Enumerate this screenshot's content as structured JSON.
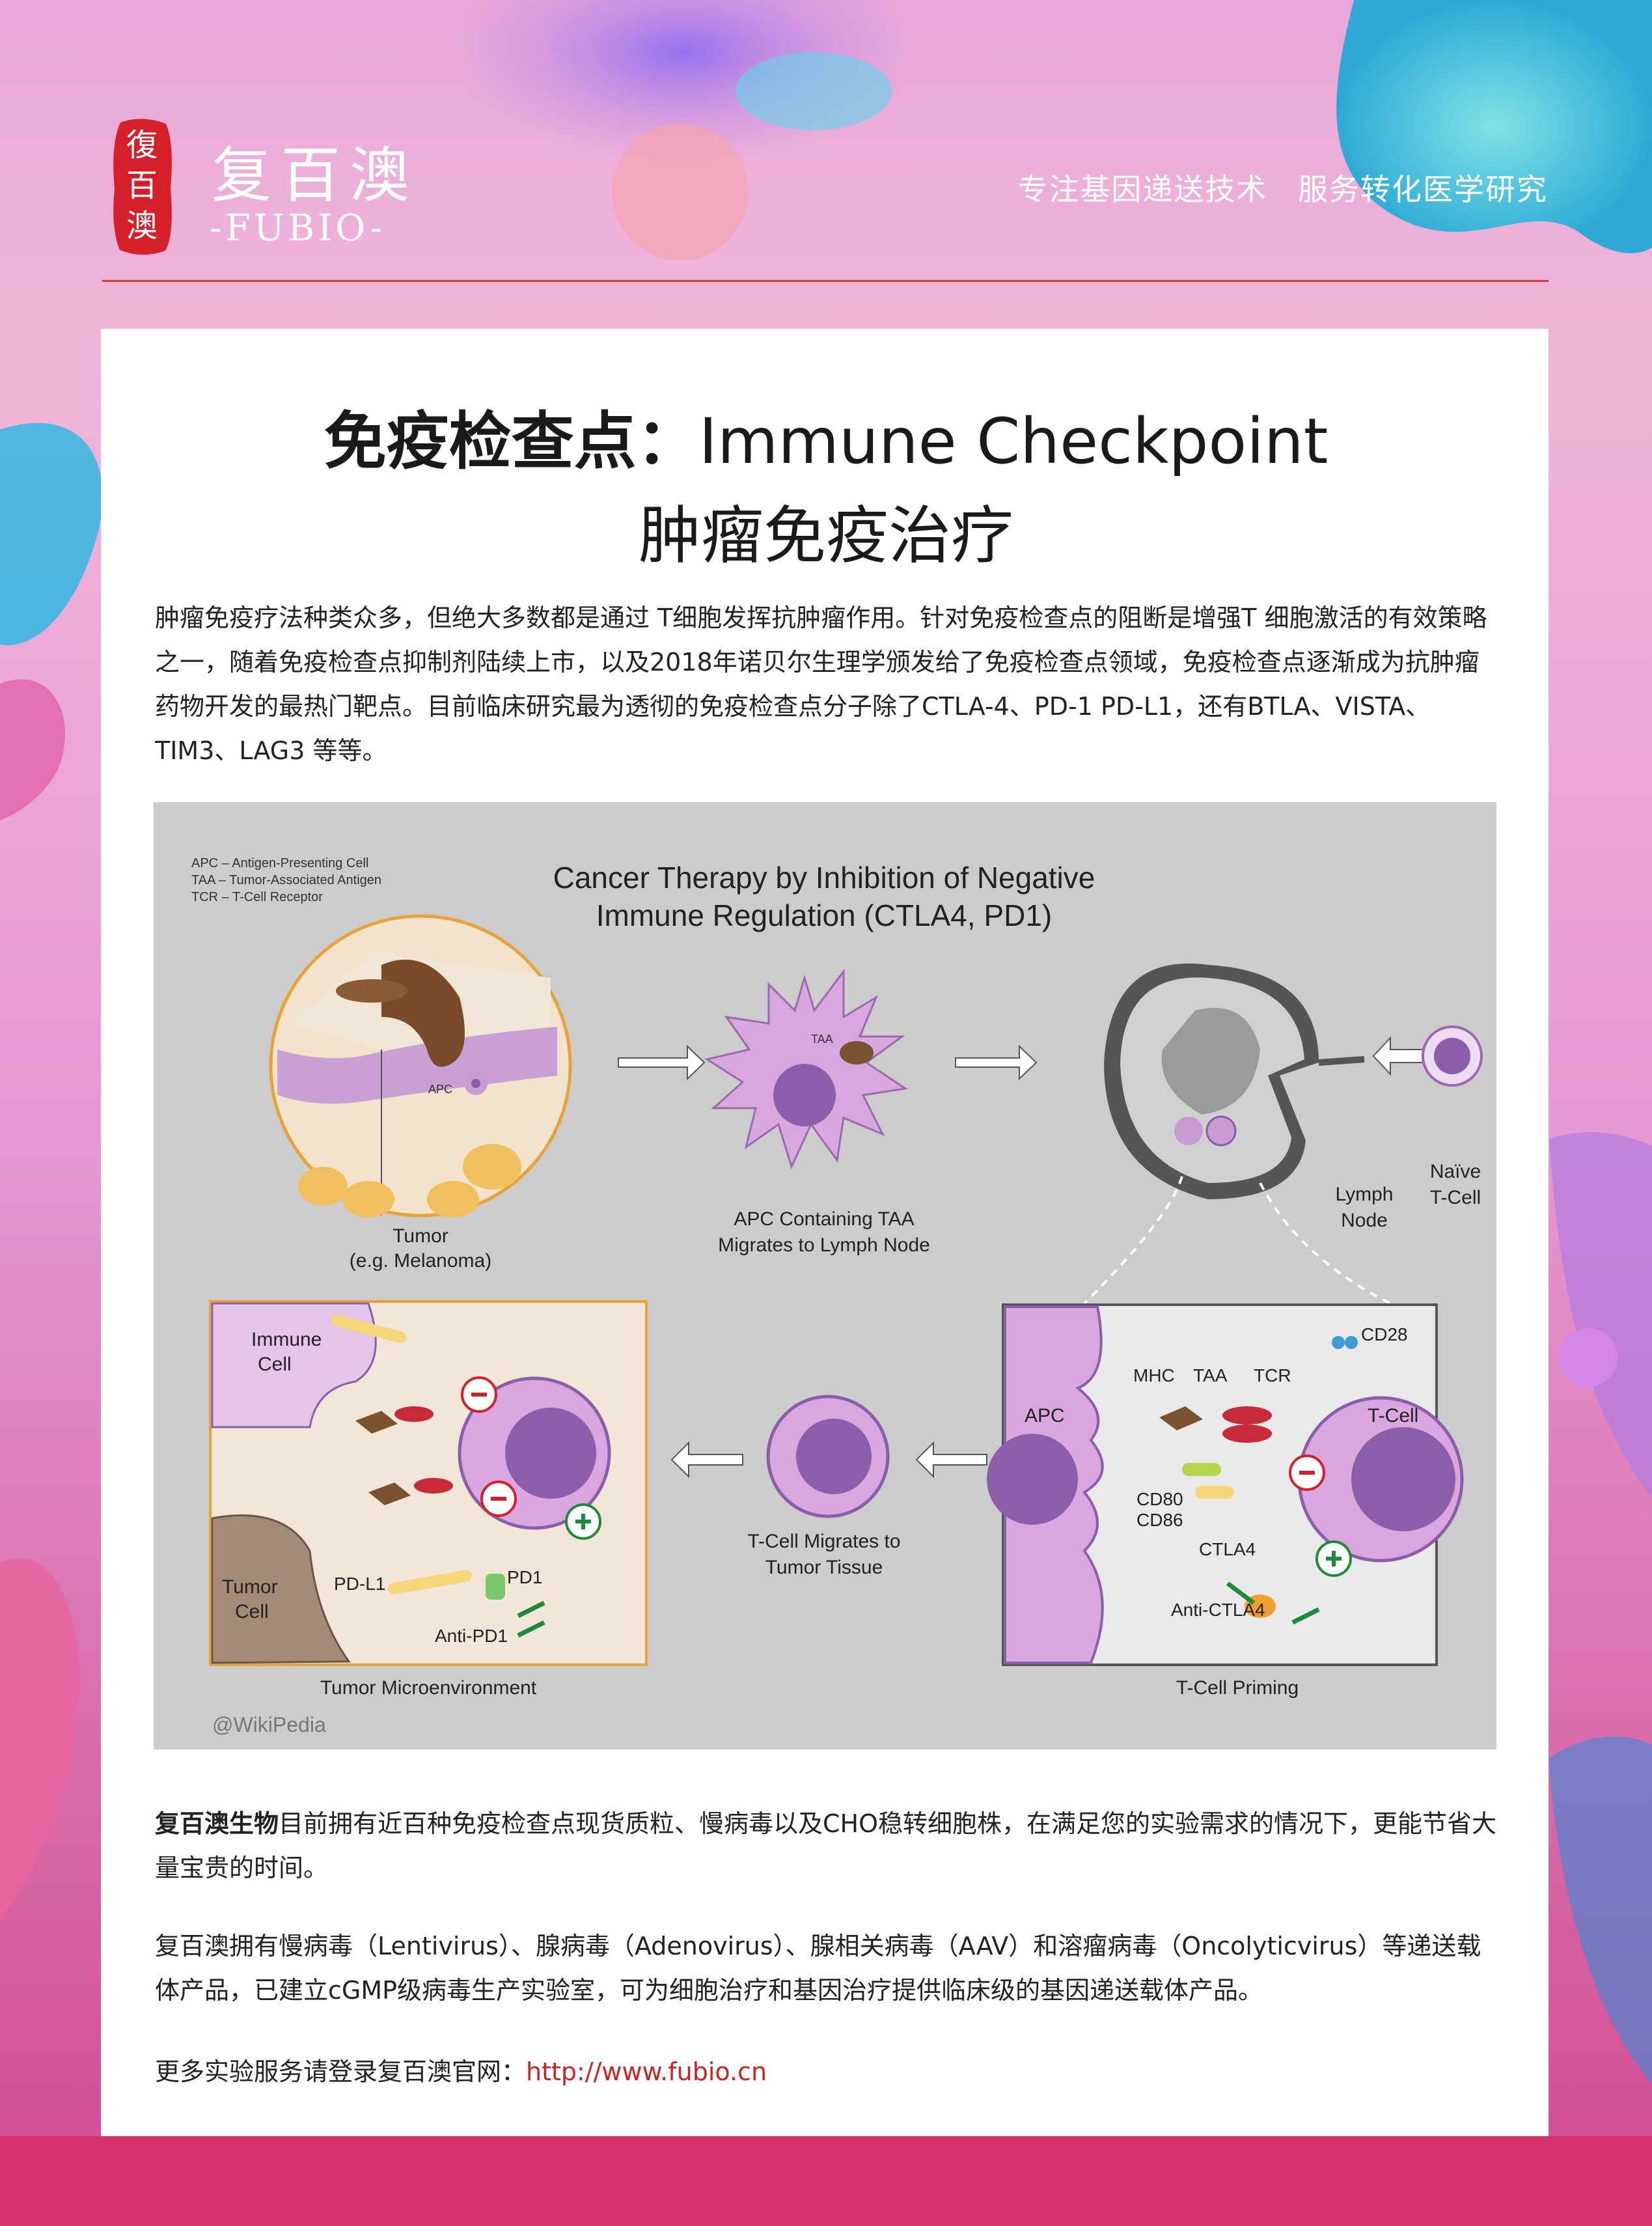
{
  "brand": {
    "name_cn": "复百澳",
    "name_en": "-FUBIO-",
    "seal_text": "復百澳",
    "tagline": "专注基因递送技术  服务转化医学研究"
  },
  "title": {
    "line1_cn": "免疫检查点：",
    "line1_en": "Immune Checkpoint",
    "line2": "肿瘤免疫治疗"
  },
  "intro": "肿瘤免疫疗法种类众多，但绝大多数都是通过 T细胞发挥抗肿瘤作用。针对免疫检查点的阻断是增强T 细胞激活的有效策略之一，随着免疫检查点抑制剂陆续上市，以及2018年诺贝尔生理学颁发给了免疫检查点领域，免疫检查点逐渐成为抗肿瘤药物开发的最热门靶点。目前临床研究最为透彻的免疫检查点分子除了CTLA-4、PD-1 PD-L1，还有BTLA、VISTA、TIM3、LAG3 等等。",
  "figure": {
    "legend": [
      "APC – Antigen-Presenting Cell",
      "TAA – Tumor-Associated Antigen",
      "TCR – T-Cell Receptor"
    ],
    "title_line1": "Cancer Therapy by Inhibition of Negative",
    "title_line2": "Immune Regulation (CTLA4, PD1)",
    "tumor_label_1": "Tumor",
    "tumor_label_2": "(e.g. Melanoma)",
    "apc_inset_label": "APC",
    "taa_label": "TAA",
    "apc_label_1": "APC Containing TAA",
    "apc_label_2": "Migrates to Lymph Node",
    "lymph_label_1": "Lymph",
    "lymph_label_2": "Node",
    "naive_label_1": "Naïve",
    "naive_label_2": "T-Cell",
    "priming": {
      "apc": "APC",
      "mhc": "MHC",
      "taa": "TAA",
      "tcr": "TCR",
      "cd28": "CD28",
      "tcell": "T-Cell",
      "cd80": "CD80",
      "cd86": "CD86",
      "ctla4": "CTLA4",
      "anti_ctla4": "Anti-CTLA4",
      "caption": "T-Cell Priming"
    },
    "migrate_label_1": "T-Cell Migrates to",
    "migrate_label_2": "Tumor Tissue",
    "micro": {
      "immune_1": "Immune",
      "immune_2": "Cell",
      "tumor_1": "Tumor",
      "tumor_2": "Cell",
      "pdl1": "PD-L1",
      "pd1": "PD1",
      "anti_pd1": "Anti-PD1",
      "caption": "Tumor Microenvironment"
    },
    "credit": "@WikiPedia"
  },
  "para2": {
    "bold": "复百澳生物",
    "text": "目前拥有近百种免疫检查点现货质粒、慢病毒以及CHO稳转细胞株，在满足您的实验需求的情况下，更能节省大量宝贵的时间。"
  },
  "para3": "复百澳拥有慢病毒（Lentivirus）、腺病毒（Adenovirus）、腺相关病毒（AAV）和溶瘤病毒（Oncolyticvirus）等递送载体产品，已建立cGMP级病毒生产实验室，可为细胞治疗和基因治疗提供临床级的基因递送载体产品。",
  "more": {
    "label": "更多实验服务请登录复百澳官网：",
    "url": "http://www.fubio.cn"
  },
  "colors": {
    "accent_red": "#d23a3a",
    "link": "#cc2222",
    "figure_bg": "#cccccc",
    "cell_purple": "#c99bd3",
    "nucleus_purple": "#8a5ea8",
    "frame_orange": "#e8a23a"
  }
}
